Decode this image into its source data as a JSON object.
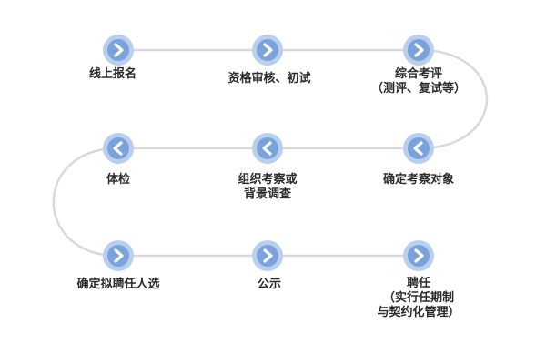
{
  "flow": {
    "steps": [
      {
        "id": "s1",
        "label": "线上报名",
        "dir": "right"
      },
      {
        "id": "s2",
        "label": "资格审核、初试",
        "dir": "right"
      },
      {
        "id": "s3",
        "label": "综合考评\n（测评、复试等）",
        "dir": "right"
      },
      {
        "id": "s4",
        "label": "确定考察对象",
        "dir": "left"
      },
      {
        "id": "s5",
        "label": "组织考察或\n背景调查",
        "dir": "left"
      },
      {
        "id": "s6",
        "label": "体检",
        "dir": "left"
      },
      {
        "id": "s7",
        "label": "确定拟聘任人选",
        "dir": "right"
      },
      {
        "id": "s8",
        "label": "公示",
        "dir": "right"
      },
      {
        "id": "s9",
        "label": "聘任\n（实行任期制\n与契约化管理）",
        "dir": "right"
      }
    ]
  },
  "colors": {
    "node_fill": "#7aa3dc",
    "node_ring": "#b9cfef",
    "chevron": "#ffffff",
    "connector": "#d9d9d9",
    "text": "#2b2b2b"
  },
  "icons": {
    "right": "chevron-right-icon",
    "left": "chevron-left-icon"
  }
}
